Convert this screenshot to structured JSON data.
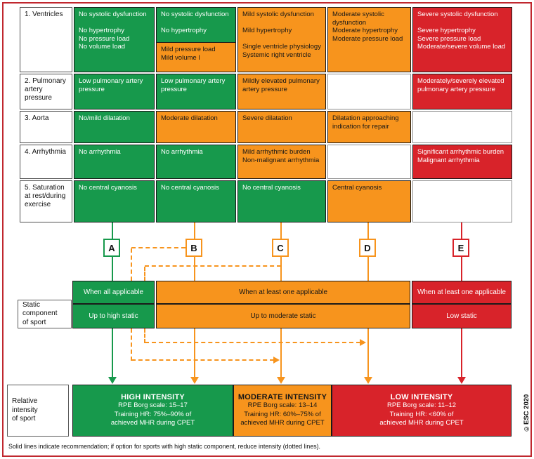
{
  "colors": {
    "green": "#17994c",
    "orange": "#f7941d",
    "red": "#d8232a",
    "frame": "#c0272e"
  },
  "table": {
    "rows": [
      {
        "label": "1. Ventricles",
        "cells": [
          {
            "text": "No systolic dysfunction\n\nNo hypertrophy\nNo pressure load\nNo volume load"
          },
          {
            "split": [
              {
                "text": "No systolic dysfunction\n\nNo hypertrophy"
              },
              {
                "text": "Mild pressure load\nMild volume l"
              }
            ]
          },
          {
            "text": "Mild systolic dysfunction\n\nMild hypertrophy\n\nSingle ventricle physiology\nSystemic right ventricle"
          },
          {
            "text": "Moderate systolic dysfunction\nModerate hypertrophy\nModerate pressure load"
          },
          {
            "text": "Severe systolic dysfunction\n\nSevere hypertrophy\nSevere pressure load\nModerate/severe volume load"
          }
        ]
      },
      {
        "label": "2. Pulmonary artery pressure",
        "cells": [
          {
            "text": "Low pulmonary artery pressure"
          },
          {
            "text": "Low pulmonary artery pressure"
          },
          {
            "text": "Mildly elevated pulmonary artery pressure"
          },
          {
            "text": ""
          },
          {
            "text": "Moderately/severely elevated pulmonary artery pressure"
          }
        ]
      },
      {
        "label": "3. Aorta",
        "cells": [
          {
            "text": "No/mild dilatation"
          },
          {
            "text": "Moderate dilatation"
          },
          {
            "text": "Severe dilatation"
          },
          {
            "text": "Dilatation approaching indication for repair"
          },
          {
            "text": ""
          }
        ]
      },
      {
        "label": "4. Arrhythmia",
        "cells": [
          {
            "text": "No arrhythmia"
          },
          {
            "text": "No arrhythmia"
          },
          {
            "text": "Mild arrhythmic burden\nNon-malignant arrhythmia"
          },
          {
            "text": ""
          },
          {
            "text": "Significant arrhythmic burden\nMalignant arrhythmia"
          }
        ]
      },
      {
        "label": "5. Saturation at rest/during exercise",
        "cells": [
          {
            "text": "No central cyanosis"
          },
          {
            "text": "No central cyanosis"
          },
          {
            "text": "No central cyanosis"
          },
          {
            "text": "Central cyanosis"
          },
          {
            "text": ""
          }
        ]
      }
    ]
  },
  "flow": {
    "letters": [
      "A",
      "B",
      "C",
      "D",
      "E"
    ],
    "when_row": {
      "green": "When all applicable",
      "orange": "When at least one applicable",
      "red": "When at least one applicable"
    },
    "static_label": "Static component\nof sport",
    "static_row": {
      "green": "Up to high static",
      "orange": "Up to moderate static",
      "red": "Low static"
    },
    "intensity_label": "Relative intensity\nof sport",
    "intensity": [
      {
        "title": "HIGH INTENSITY",
        "lines": "RPE Borg scale: 15–17\nTraining HR: 75%–90% of\nachieved MHR during CPET"
      },
      {
        "title": "MODERATE INTENSITY",
        "lines": "RPE Borg scale: 13–14\nTraining HR: 60%–75% of\nachieved MHR during CPET"
      },
      {
        "title": "LOW INTENSITY",
        "lines": "RPE Borg scale: 11–12\nTraining HR: <60% of\nachieved MHR during CPET"
      }
    ]
  },
  "footnote": "Solid lines indicate recommendation; if option for sports with high static component, reduce intensity (dotted lines).",
  "copyright": "©ESC 2020"
}
